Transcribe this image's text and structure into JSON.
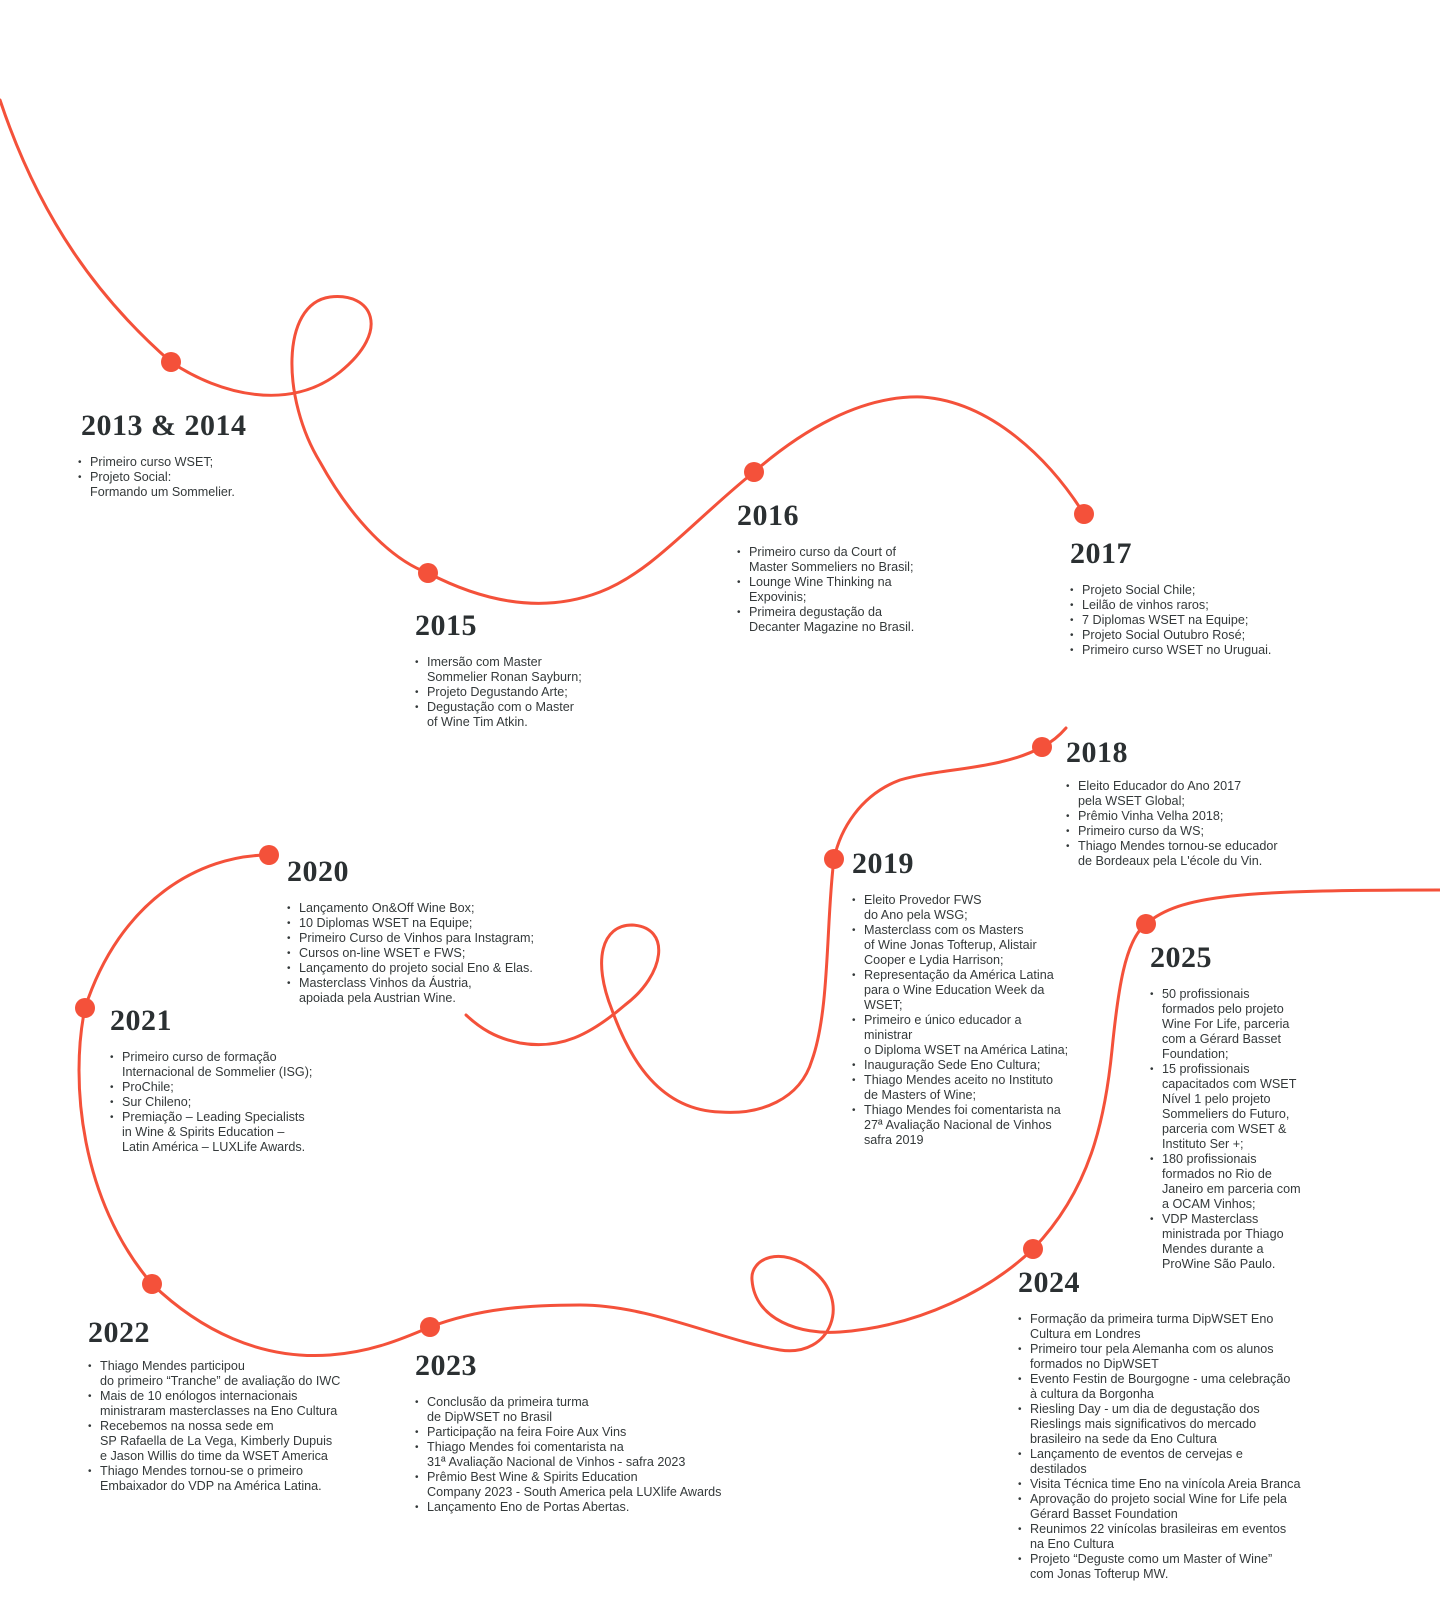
{
  "accent_color": "#f4513a",
  "text_color": "#2e3233",
  "timeline": [
    {
      "year": "2013 & 2014",
      "items": [
        "Primeiro curso WSET;",
        "Projeto Social:\nFormando um Sommelier."
      ]
    },
    {
      "year": "2015",
      "items": [
        "Imersão com Master\nSommelier Ronan Sayburn;",
        "Projeto Degustando Arte;",
        "Degustação com o Master\nof Wine Tim Atkin."
      ]
    },
    {
      "year": "2016",
      "items": [
        "Primeiro curso da Court of\nMaster Sommeliers no Brasil;",
        "Lounge Wine Thinking na\nExpovinis;",
        "Primeira degustação da\nDecanter Magazine no Brasil."
      ]
    },
    {
      "year": "2017",
      "items": [
        "Projeto Social Chile;",
        "Leilão de vinhos raros;",
        "7 Diplomas WSET na Equipe;",
        "Projeto Social Outubro Rosé;",
        "Primeiro curso WSET no Uruguai."
      ]
    },
    {
      "year": "2018",
      "items": [
        "Eleito Educador do Ano 2017\npela WSET Global;",
        "Prêmio Vinha Velha 2018;",
        "Primeiro curso da WS;",
        "Thiago Mendes tornou-se educador\nde Bordeaux pela L'école du Vin."
      ]
    },
    {
      "year": "2019",
      "items": [
        "Eleito Provedor FWS\ndo Ano pela WSG;",
        "Masterclass com os Masters\nof Wine Jonas Tofterup, Alistair\nCooper e Lydia Harrison;",
        "Representação da América Latina\npara o Wine Education Week da\nWSET;",
        "Primeiro e único educador a\nministrar\no Diploma WSET na América Latina;",
        "Inauguração Sede Eno Cultura;",
        "Thiago Mendes aceito no Instituto\nde Masters of Wine;",
        "Thiago Mendes foi comentarista na\n27ª Avaliação Nacional de Vinhos\nsafra 2019"
      ]
    },
    {
      "year": "2020",
      "items": [
        "Lançamento On&Off Wine Box;",
        "10 Diplomas WSET na Equipe;",
        "Primeiro Curso de Vinhos para Instagram;",
        "Cursos on-line WSET e FWS;",
        "Lançamento do projeto social Eno & Elas.",
        "Masterclass Vinhos da Áustria,\napoiada pela Austrian Wine."
      ]
    },
    {
      "year": "2021",
      "items": [
        "Primeiro curso de formação\nInternacional de Sommelier (ISG);",
        "ProChile;",
        "Sur Chileno;",
        "Premiação – Leading Specialists\nin Wine & Spirits Education –\nLatin América – LUXLife Awards."
      ]
    },
    {
      "year": "2022",
      "items": [
        "Thiago Mendes participou\ndo primeiro “Tranche” de avaliação do IWC",
        "Mais de 10 enólogos internacionais\nministraram masterclasses na Eno Cultura",
        "Recebemos na nossa sede em\nSP Rafaella de La Vega, Kimberly Dupuis\ne Jason Willis do time da WSET America",
        "Thiago Mendes tornou-se o primeiro\nEmbaixador do VDP na América Latina."
      ]
    },
    {
      "year": "2023",
      "items": [
        "Conclusão da primeira turma\nde DipWSET no Brasil",
        "Participação na feira Foire Aux Vins",
        "Thiago Mendes foi comentarista na\n31ª Avaliação Nacional de Vinhos - safra 2023",
        "Prêmio Best Wine & Spirits Education\nCompany 2023 - South America pela LUXlife Awards",
        "Lançamento Eno de Portas Abertas."
      ]
    },
    {
      "year": "2024",
      "items": [
        "Formação da primeira turma DipWSET Eno\nCultura em Londres",
        "Primeiro tour pela Alemanha com os alunos\nformados no DipWSET",
        "Evento Festin de Bourgogne - uma celebração\nà cultura da Borgonha",
        "Riesling Day - um dia de degustação dos\nRieslings mais significativos do mercado\nbrasileiro na sede da Eno Cultura",
        "Lançamento de eventos de cervejas e\ndestilados",
        "Visita Técnica time Eno na vinícola Areia Branca",
        "Aprovação do projeto social Wine for Life pela\nGérard Basset Foundation",
        "Reunimos 22 vinícolas brasileiras em eventos\nna Eno Cultura",
        "Projeto “Deguste como um Master of Wine”\ncom Jonas Tofterup MW."
      ]
    },
    {
      "year": "2025",
      "items": [
        "50 profissionais\nformados pelo projeto\nWine For Life, parceria\ncom a Gérard Basset\nFoundation;",
        "15 profissionais\ncapacitados com WSET\nNível 1 pelo projeto\nSommeliers do Futuro,\nparceria com WSET &\nInstituto Ser +;",
        "180 profissionais\nformados no Rio de\nJaneiro em parceria com\na OCAM Vinhos;",
        "VDP Masterclass\nministrada por Thiago\nMendes durante a\nProWine São Paulo."
      ]
    }
  ]
}
